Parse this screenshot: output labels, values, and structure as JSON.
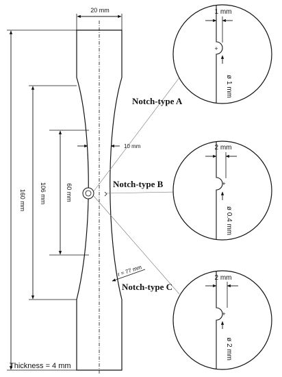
{
  "specimen": {
    "width_label": "20 mm",
    "total_length_label": "160 mm",
    "reduced_length_label": "106 mm",
    "gauge_length_label": "60 mm",
    "neck_width_label": "10 mm",
    "radius_label": "r = 77 mm",
    "thickness_label": "Thickness = 4 mm"
  },
  "notches": [
    {
      "name": "Notch-type A",
      "offset_label": "1 mm",
      "diameter_label": "ø 1 mm"
    },
    {
      "name": "Notch-type B",
      "offset_label": "2 mm",
      "diameter_label": "ø 0.4 mm"
    },
    {
      "name": "Notch-type C",
      "offset_label": "2 mm",
      "diameter_label": "ø 2 mm"
    }
  ]
}
